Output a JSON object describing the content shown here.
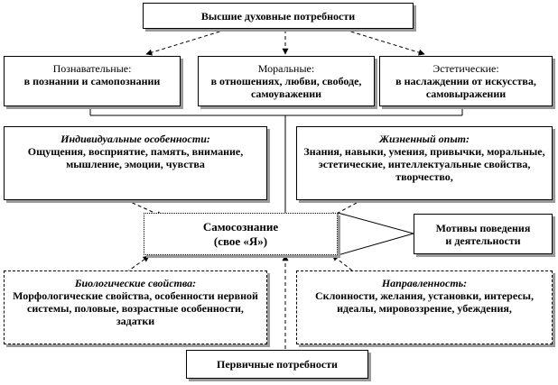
{
  "top": {
    "title": "Высшие духовные потребности"
  },
  "needs": [
    {
      "title": "Познавательные:",
      "text": "в познании и самопознании"
    },
    {
      "title": "Моральные:",
      "text": "в отношениях, любви, свободе, самоуважении"
    },
    {
      "title": "Эстетические:",
      "text": "в наслаждении от искусства, самовыражении"
    }
  ],
  "individual": {
    "title": "Индивидуальные особенности:",
    "text": "Ощущения, восприятие, память, внимание, мышление, эмоции, чувства"
  },
  "experience": {
    "title": "Жизненный опыт:",
    "text": "Знания, навыки, умения, привычки, моральные, эстетические, интеллектуальные свойства, творчество,"
  },
  "self": {
    "line1": "Самосознание",
    "line2": "(свое «Я»)"
  },
  "motives": {
    "line1": "Мотивы поведения",
    "line2": "и деятельности"
  },
  "biological": {
    "title": "Биологические свойства:",
    "text": "Морфологические свойства, особенности нервной системы, половые, возрастные особенности, задатки"
  },
  "orientation": {
    "title": "Направленность:",
    "text": "Склонности, желания, установки, интересы, идеалы, мировоззрение, убеждения,"
  },
  "bottom": {
    "title": "Первичные потребности"
  }
}
